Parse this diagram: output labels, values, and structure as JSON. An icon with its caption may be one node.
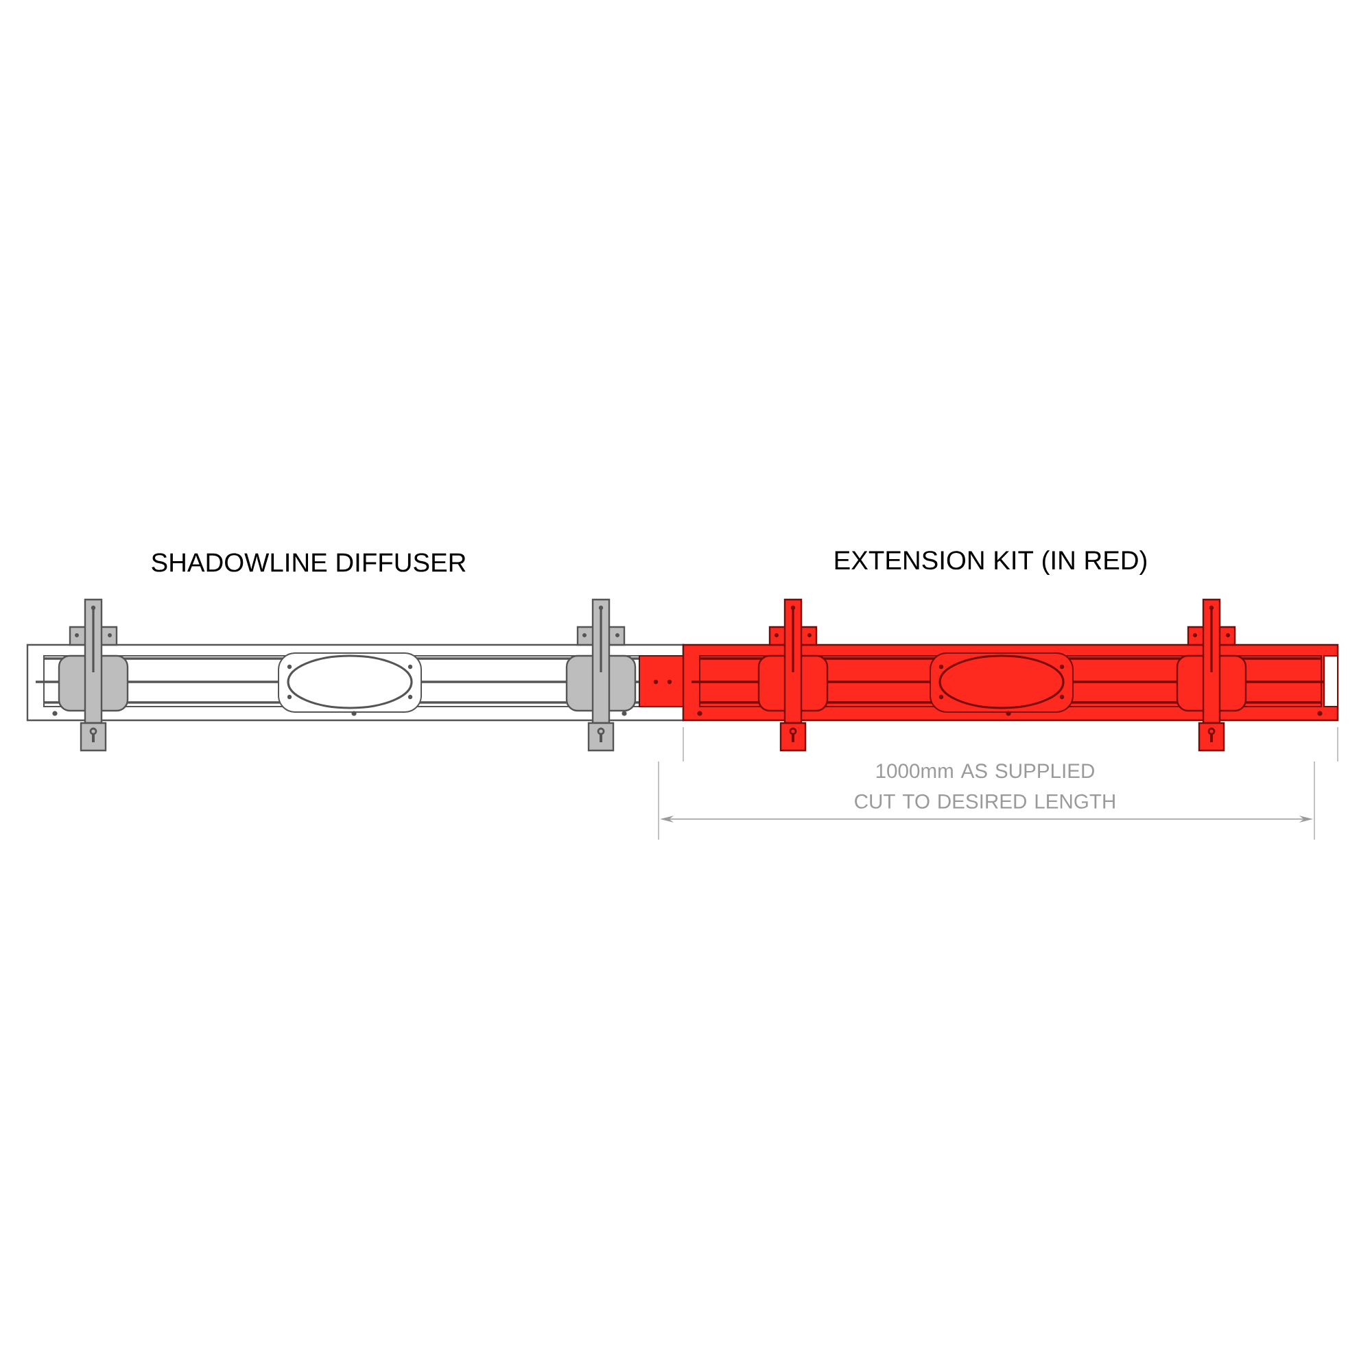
{
  "diagram": {
    "labels": [
      "SHADOWLINE DIFFUSER",
      "EXTENSION KIT (IN RED)",
      "1000mm AS SUPPLIED CUT TO DESIRED LENGTH"
    ]
  }
}
